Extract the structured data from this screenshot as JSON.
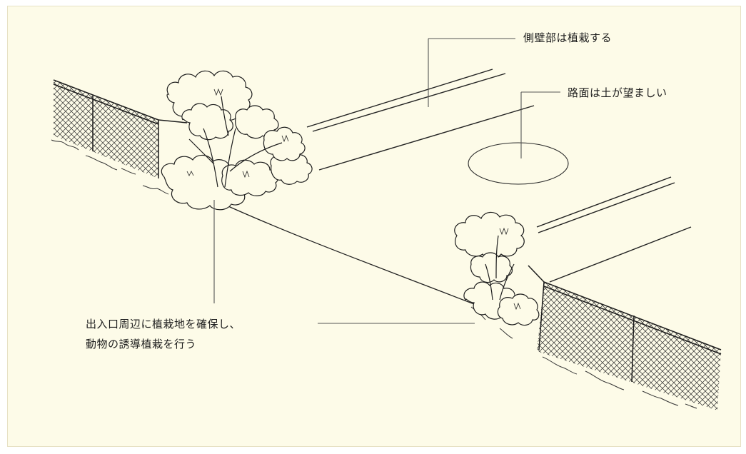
{
  "annotations": {
    "side_wall": "側壁部は植栽する",
    "road_surface": "路面は土が望ましい",
    "entrance_line1": "出入口周辺に植栽地を確保し、",
    "entrance_line2": "動物の誘導植栽を行う"
  },
  "colors": {
    "background": "#fdfbe8",
    "ink": "#1d1d1d"
  }
}
